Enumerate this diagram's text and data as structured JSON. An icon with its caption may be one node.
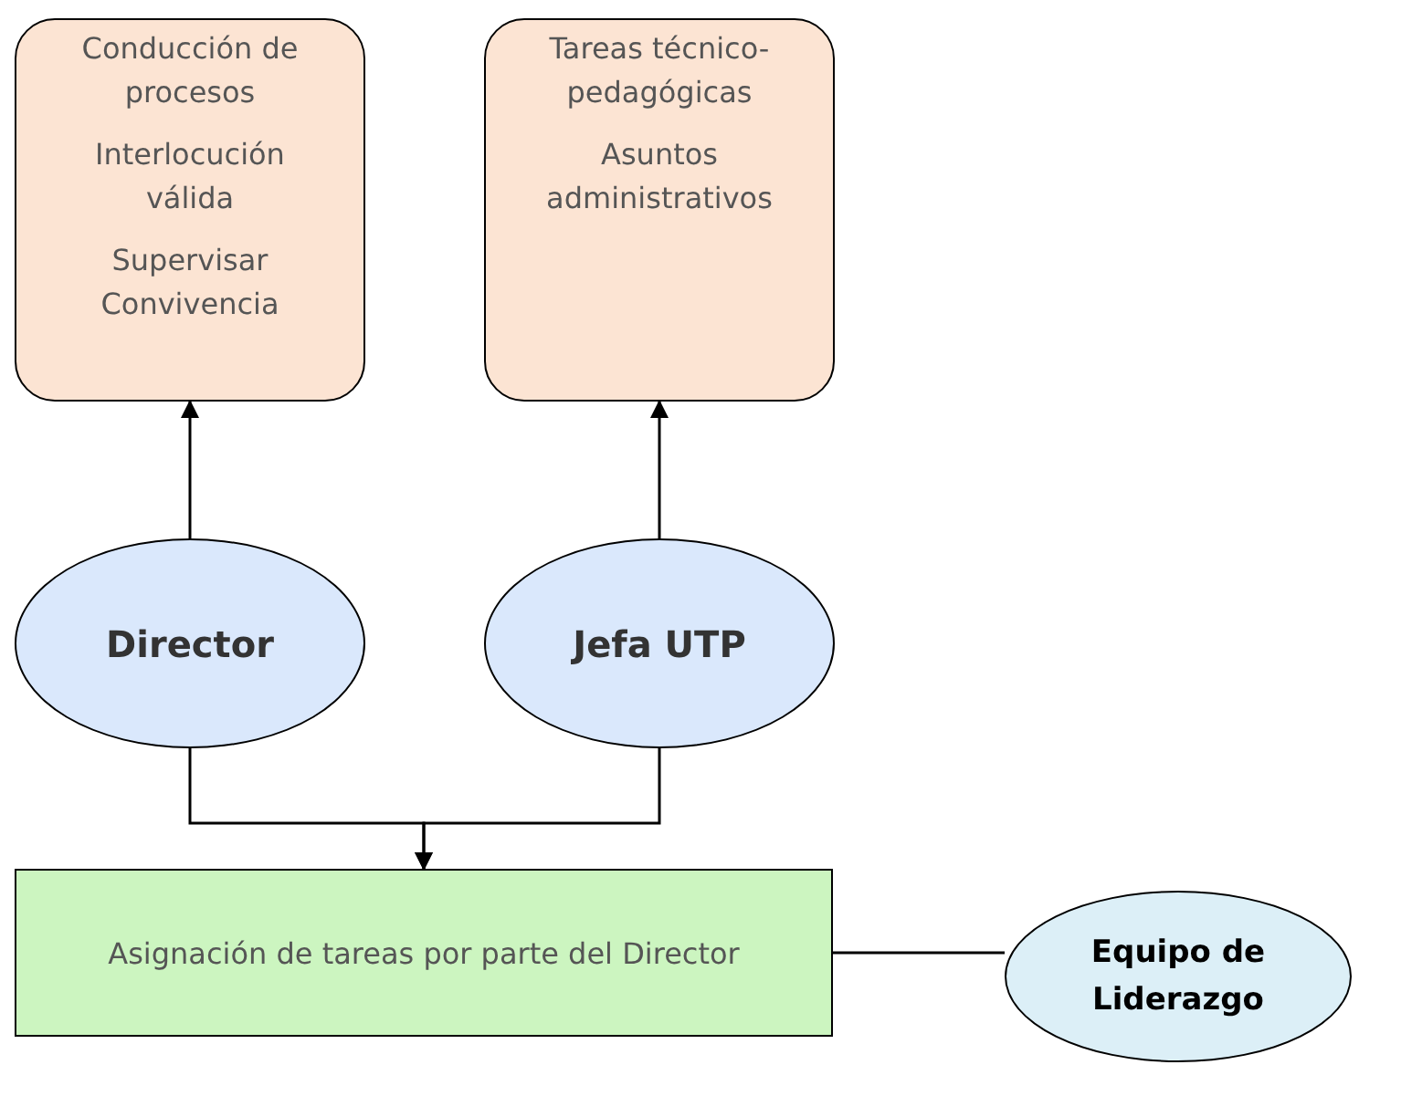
{
  "diagram": {
    "nodes": [
      {
        "text": [
          "Conducción de procesos",
          "Interlocución válida",
          "Supervisar Convivencia"
        ]
      },
      {
        "text": [
          "Tareas técnico-pedagógicas",
          "Asuntos administrativos"
        ]
      },
      {
        "text": [
          "Director"
        ]
      },
      {
        "text": [
          "Jefa UTP"
        ]
      },
      {
        "text": [
          "Asignación de tareas por parte del Director"
        ]
      },
      {
        "text": [
          "Equipo de Liderazgo"
        ]
      }
    ],
    "edges": [
      {
        "from": 2,
        "to": 0,
        "arrow": "to"
      },
      {
        "from": 3,
        "to": 1,
        "arrow": "to"
      },
      {
        "from": 2,
        "to": 4,
        "arrow": "to"
      },
      {
        "from": 3,
        "to": 4,
        "arrow": "to"
      },
      {
        "from": 4,
        "to": 5,
        "arrow": "none"
      }
    ]
  }
}
